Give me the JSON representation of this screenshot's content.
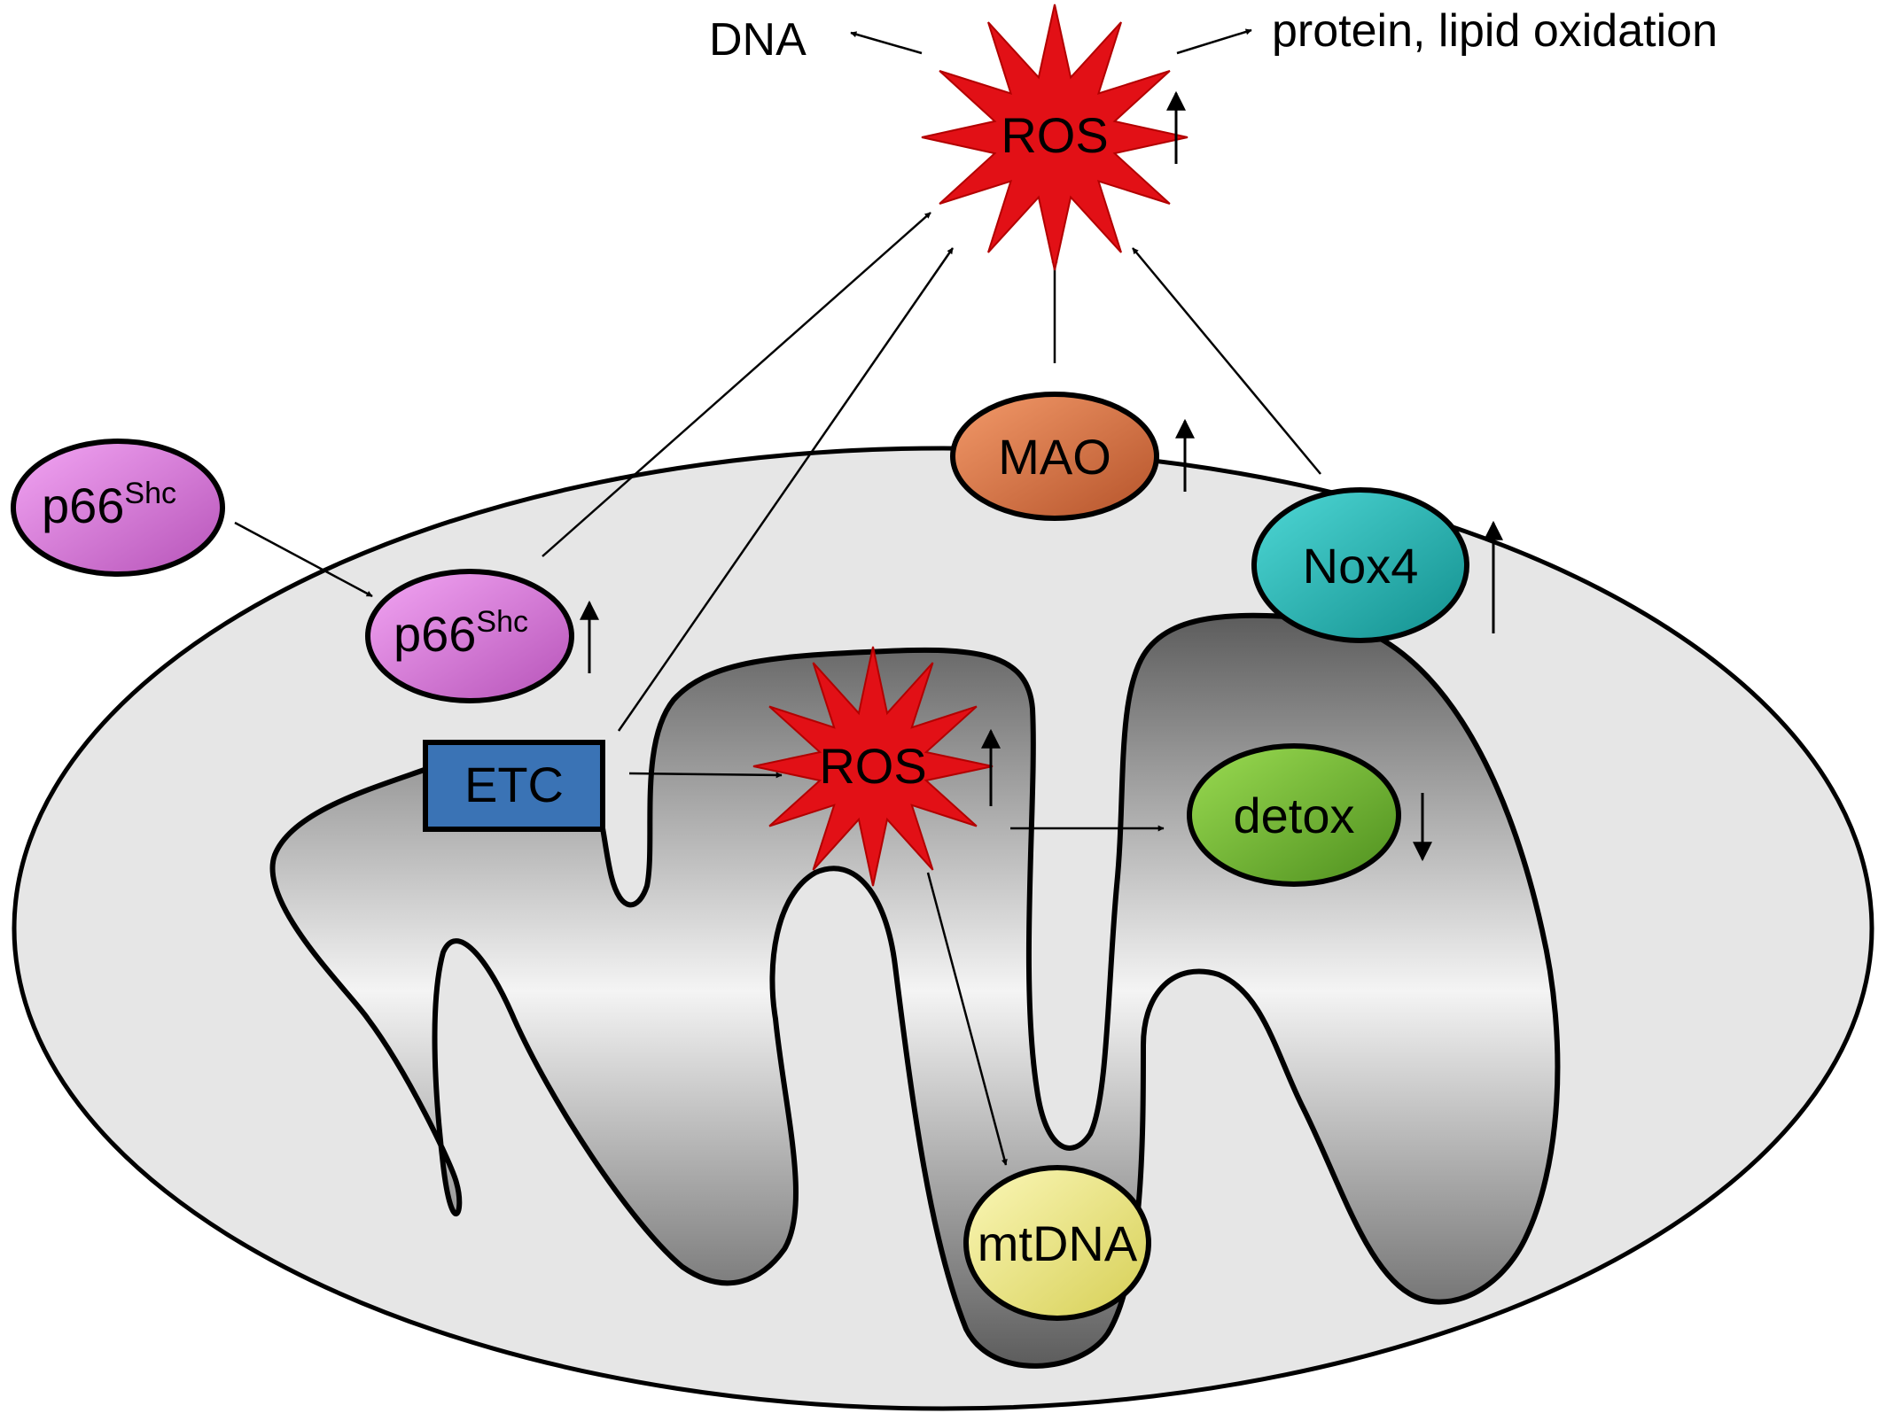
{
  "labels": {
    "dna": "DNA",
    "protein_lipid": "protein, lipid oxidation",
    "ros_top": "ROS",
    "ros_inner": "ROS",
    "mao": "MAO",
    "nox4": "Nox4",
    "p66_outer": {
      "base": "p66",
      "sup": "Shc"
    },
    "p66_inner": {
      "base": "p66",
      "sup": "Shc"
    },
    "etc": "ETC",
    "detox": "detox",
    "mtdna": "mtDNA"
  },
  "changes": {
    "ros_top": "up",
    "ros_inner": "up",
    "mao": "up",
    "nox4": "up",
    "p66_inner": "up",
    "detox": "down"
  },
  "colors": {
    "ros": "#e21016",
    "mao": "#d9703a",
    "nox4": "#1fb7b5",
    "p66": "#e07de2",
    "etc": "#3a73b5",
    "detox": "#7bbf3a",
    "mtdna": "#efe98a",
    "outer_membrane": "#e6e6e6"
  }
}
